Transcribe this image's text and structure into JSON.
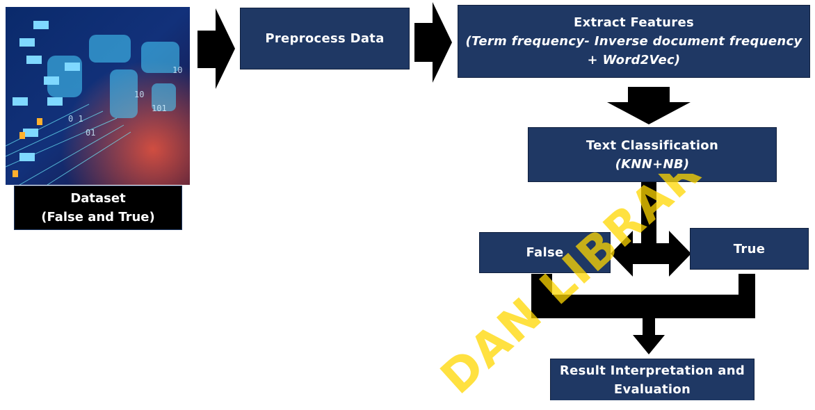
{
  "dataset": {
    "line1": "Dataset",
    "line2": "(False and True)",
    "image_icon": "data-world-map-image"
  },
  "preprocess": {
    "label": "Preprocess Data"
  },
  "extract": {
    "title": "Extract Features",
    "detail_line1": "(Term frequency- Inverse document frequency",
    "detail_line2": "+ Word2Vec)"
  },
  "classification": {
    "title": "Text Classification",
    "detail": "(KNN+NB)"
  },
  "false_box": {
    "label": "False"
  },
  "true_box": {
    "label": "True"
  },
  "result": {
    "line1": "Result Interpretation and",
    "line2": "Evaluation"
  },
  "watermark": {
    "text": "DAN LIBRARY"
  },
  "colors": {
    "box_fill": "#1f3864",
    "arrow": "#000000",
    "watermark": "#ffd700"
  }
}
